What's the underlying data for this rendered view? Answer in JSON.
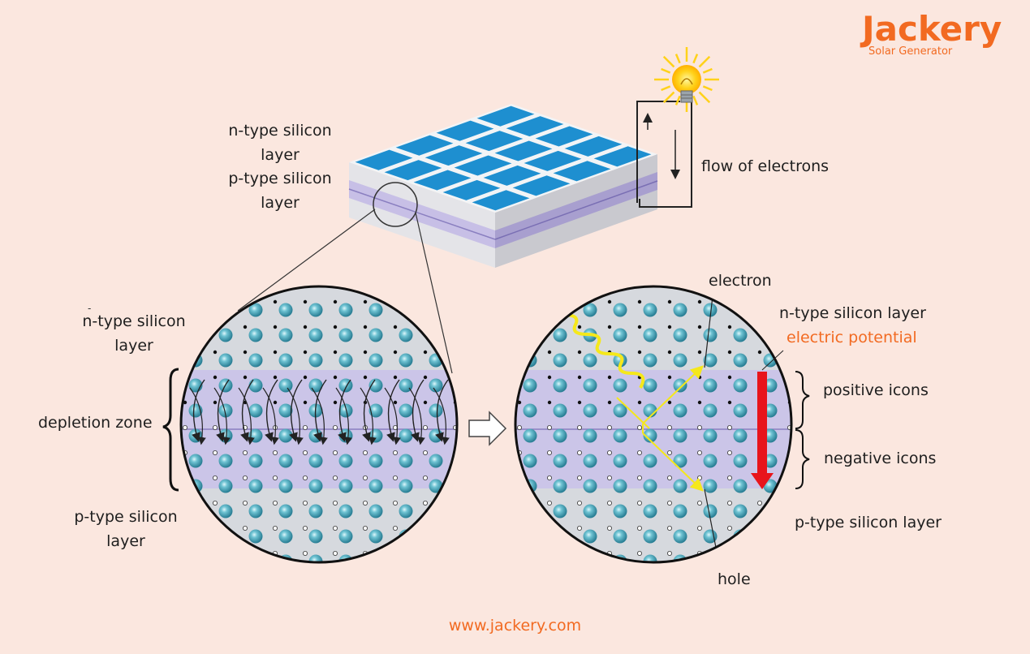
{
  "brand": {
    "name": "Jackery",
    "tagline": "Solar Generator",
    "website": "www.jackery.com"
  },
  "panel_labels": {
    "n_type_line1": "n-type silicon",
    "n_type_line2": "layer",
    "p_type_line1": "p-type silicon",
    "p_type_line2": "layer",
    "flow": "flow of electrons"
  },
  "left_circle_labels": {
    "n_type_line1": "n-type silicon",
    "n_type_line2": "layer",
    "depletion": "depletion zone",
    "p_type_line1": "p-type silicon",
    "p_type_line2": "layer"
  },
  "right_circle_labels": {
    "electron": "electron",
    "n_type": "n-type silicon layer",
    "potential": "electric potential",
    "positive": "positive icons",
    "negative": "negative icons",
    "p_type": "p-type silicon layer",
    "hole": "hole"
  },
  "colors": {
    "background": "#fbe7df",
    "accent": "#f26a21",
    "cell_blue": "#1e8fd0",
    "junction_purple": "#cdc6e8",
    "arrow_red": "#e8141c",
    "photon_yellow": "#f5e81a"
  },
  "icons": {
    "bulb": "light-bulb-icon",
    "arrow": "right-outline-arrow-icon"
  }
}
